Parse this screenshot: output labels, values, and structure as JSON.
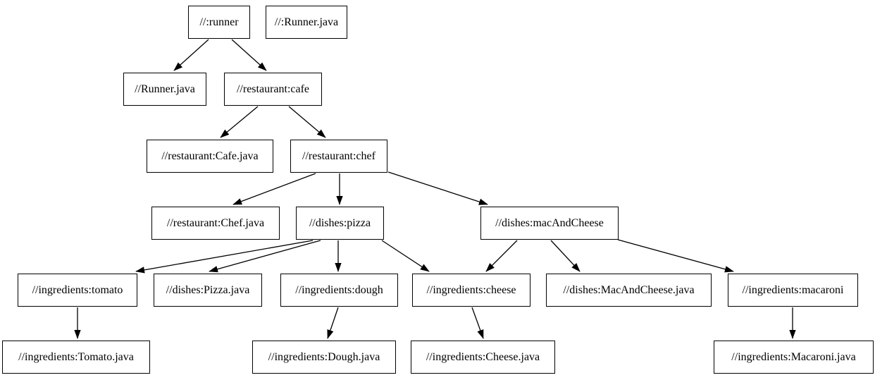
{
  "diagram": {
    "type": "dependency-graph",
    "tool_style": "graphviz",
    "colors": {
      "node_fill": "#ffffff",
      "node_border": "#000000",
      "edge": "#000000",
      "text": "#000000",
      "background": "#ffffff"
    },
    "nodes": [
      {
        "id": "runner",
        "label": "//:runner"
      },
      {
        "id": "runner-java-root",
        "label": "//:Runner.java"
      },
      {
        "id": "runner-java",
        "label": "//Runner.java"
      },
      {
        "id": "cafe",
        "label": "//restaurant:cafe"
      },
      {
        "id": "cafe-java",
        "label": "//restaurant:Cafe.java"
      },
      {
        "id": "chef",
        "label": "//restaurant:chef"
      },
      {
        "id": "chef-java",
        "label": "//restaurant:Chef.java"
      },
      {
        "id": "pizza",
        "label": "//dishes:pizza"
      },
      {
        "id": "mac-and-cheese",
        "label": "//dishes:macAndCheese"
      },
      {
        "id": "tomato",
        "label": "//ingredients:tomato"
      },
      {
        "id": "pizza-java",
        "label": "//dishes:Pizza.java"
      },
      {
        "id": "dough",
        "label": "//ingredients:dough"
      },
      {
        "id": "cheese",
        "label": "//ingredients:cheese"
      },
      {
        "id": "mac-and-cheese-java",
        "label": "//dishes:MacAndCheese.java"
      },
      {
        "id": "macaroni",
        "label": "//ingredients:macaroni"
      },
      {
        "id": "tomato-java",
        "label": "//ingredients:Tomato.java"
      },
      {
        "id": "dough-java",
        "label": "//ingredients:Dough.java"
      },
      {
        "id": "cheese-java",
        "label": "//ingredients:Cheese.java"
      },
      {
        "id": "macaroni-java",
        "label": "//ingredients:Macaroni.java"
      }
    ],
    "edges": [
      {
        "from": "runner",
        "to": "runner-java"
      },
      {
        "from": "runner",
        "to": "cafe"
      },
      {
        "from": "cafe",
        "to": "cafe-java"
      },
      {
        "from": "cafe",
        "to": "chef"
      },
      {
        "from": "chef",
        "to": "chef-java"
      },
      {
        "from": "chef",
        "to": "pizza"
      },
      {
        "from": "chef",
        "to": "mac-and-cheese"
      },
      {
        "from": "pizza",
        "to": "tomato"
      },
      {
        "from": "pizza",
        "to": "pizza-java"
      },
      {
        "from": "pizza",
        "to": "dough"
      },
      {
        "from": "pizza",
        "to": "cheese"
      },
      {
        "from": "mac-and-cheese",
        "to": "cheese"
      },
      {
        "from": "mac-and-cheese",
        "to": "mac-and-cheese-java"
      },
      {
        "from": "mac-and-cheese",
        "to": "macaroni"
      },
      {
        "from": "tomato",
        "to": "tomato-java"
      },
      {
        "from": "dough",
        "to": "dough-java"
      },
      {
        "from": "cheese",
        "to": "cheese-java"
      },
      {
        "from": "macaroni",
        "to": "macaroni-java"
      }
    ]
  }
}
